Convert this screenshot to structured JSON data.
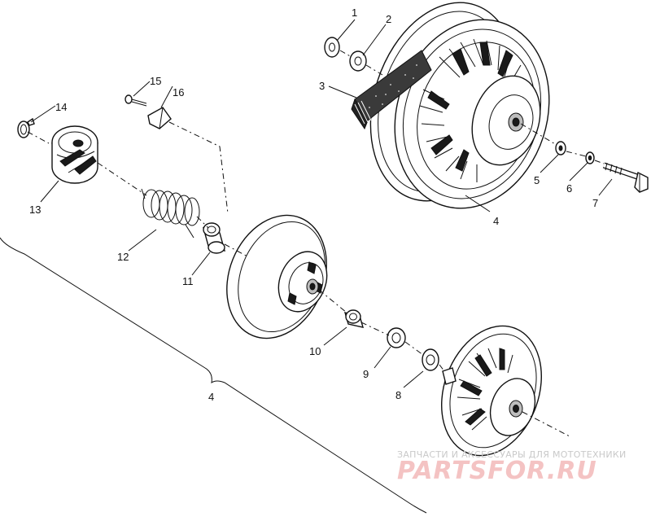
{
  "diagram": {
    "callouts": [
      "1",
      "2",
      "3",
      "4",
      "5",
      "6",
      "7",
      "4",
      "8",
      "9",
      "10",
      "11",
      "12",
      "13",
      "14",
      "15",
      "16",
      "4"
    ]
  },
  "watermark": {
    "line1": "ЗАПЧАСТИ И АКСЕССУАРЫ ДЛЯ МОТОТЕХНИКИ",
    "line2": "PARTSFOR.RU"
  }
}
